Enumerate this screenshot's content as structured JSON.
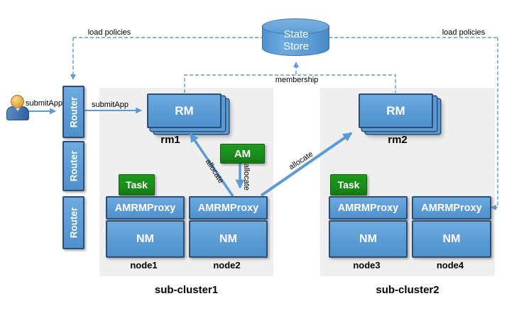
{
  "labels": {
    "load_policies": "load policies",
    "membership": "membership",
    "submit_app": "submitApp",
    "allocate": "allocate"
  },
  "state_store": {
    "line1": "State",
    "line2": "Store"
  },
  "router_label": "Router",
  "clusters": [
    {
      "rm": "RM",
      "rm_name": "rm1",
      "name": "sub-cluster1",
      "am": "AM",
      "task": "Task",
      "nodes": [
        {
          "proxy": "AMRMProxy",
          "nm": "NM",
          "name": "node1"
        },
        {
          "proxy": "AMRMProxy",
          "nm": "NM",
          "name": "node2"
        }
      ]
    },
    {
      "rm": "RM",
      "rm_name": "rm2",
      "name": "sub-cluster2",
      "task": "Task",
      "nodes": [
        {
          "proxy": "AMRMProxy",
          "nm": "NM",
          "name": "node3"
        },
        {
          "proxy": "AMRMProxy",
          "nm": "NM",
          "name": "node4"
        }
      ]
    }
  ],
  "colors": {
    "box_blue": "#5b9bd5",
    "box_border": "#2a4e75",
    "green": "#1a8c1a",
    "arrow_blue": "#5b9bd5",
    "cluster_gray": "#efeff0"
  }
}
